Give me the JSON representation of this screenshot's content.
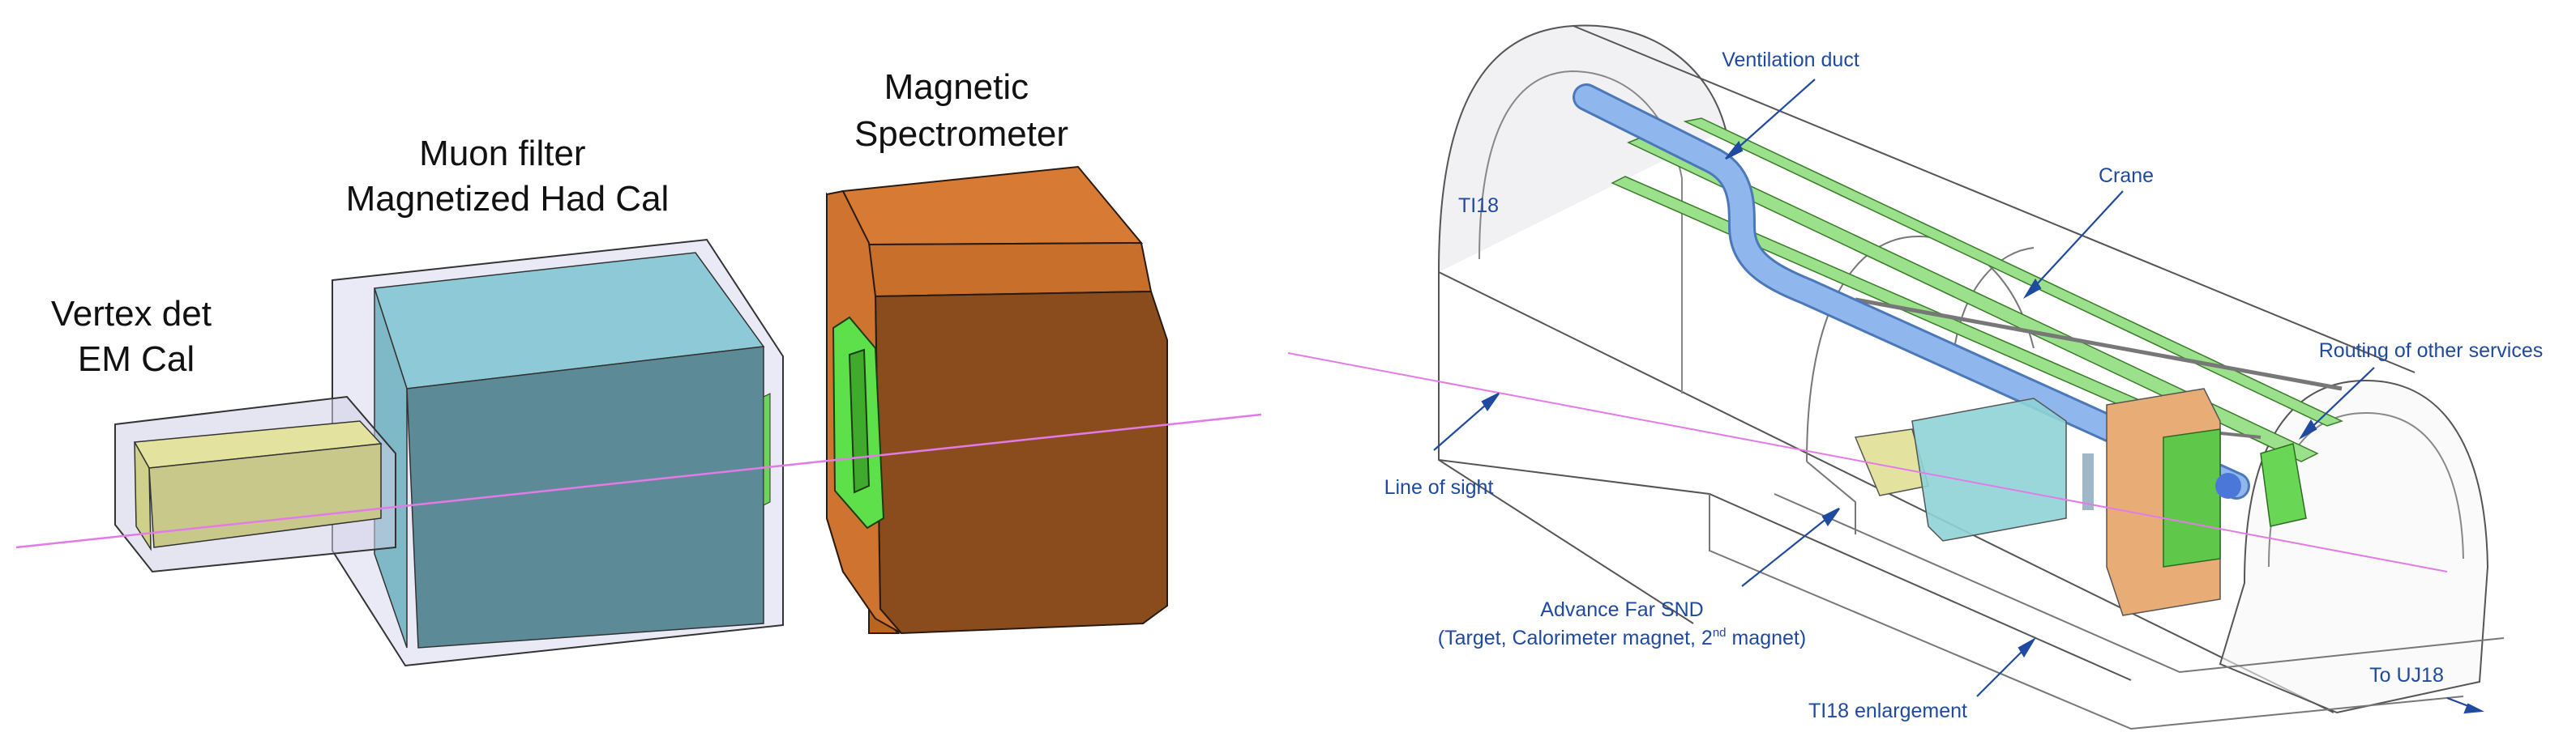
{
  "left_diagram": {
    "labels": {
      "magnetic_spectrometer": [
        "Magnetic",
        "Spectrometer"
      ],
      "muon_filter": [
        "Muon filter",
        "Magnetized Had Cal"
      ],
      "vertex_det": [
        "Vertex det",
        "EM Cal"
      ]
    }
  },
  "right_diagram": {
    "labels": {
      "ventilation_duct": "Ventilation duct",
      "ti18": "TI18",
      "crane": "Crane",
      "routing_services": "Routing of other services",
      "line_of_sight": "Line of sight",
      "advance_far_snd": "Advance Far SND",
      "advance_sub_pre": "(Target, Calorimeter magnet, 2",
      "advance_sub_sup": "nd",
      "advance_sub_post": " magnet)",
      "ti18_enlargement": "TI18 enlargement",
      "to_uj18": "To UJ18"
    }
  },
  "colors": {
    "beam_line": "#e27be6",
    "label_blue": "#1f4aa0",
    "spectrometer_orange": "#cf7330",
    "spectrometer_dark": "#8a4a1c",
    "hcal_light": "#8ec9d8",
    "hcal_dark": "#5c8a97",
    "emcal_yellow": "#e3e39f",
    "coil_green": "#5de04a",
    "duct_blue": "#8fb7ee",
    "crane_green": "#9be08b"
  }
}
